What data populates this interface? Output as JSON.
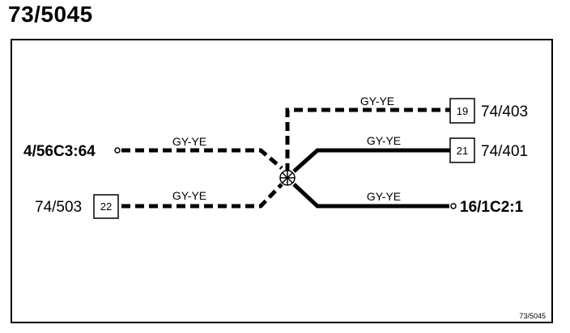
{
  "title": "73/5045",
  "wires": {
    "top_right": "GY-YE",
    "mid_right": "GY-YE",
    "low_right": "GY-YE",
    "mid_left": "GY-YE",
    "low_left": "GY-YE"
  },
  "connectors": {
    "left_top": "4/56C3:64",
    "left_bottom": "74/503",
    "right_top": "74/403",
    "right_mid": "74/401",
    "right_bottom": "16/1C2:1"
  },
  "boxes": {
    "left_bottom": "22",
    "right_top": "19",
    "right_mid": "21"
  },
  "reference": "73/5045"
}
